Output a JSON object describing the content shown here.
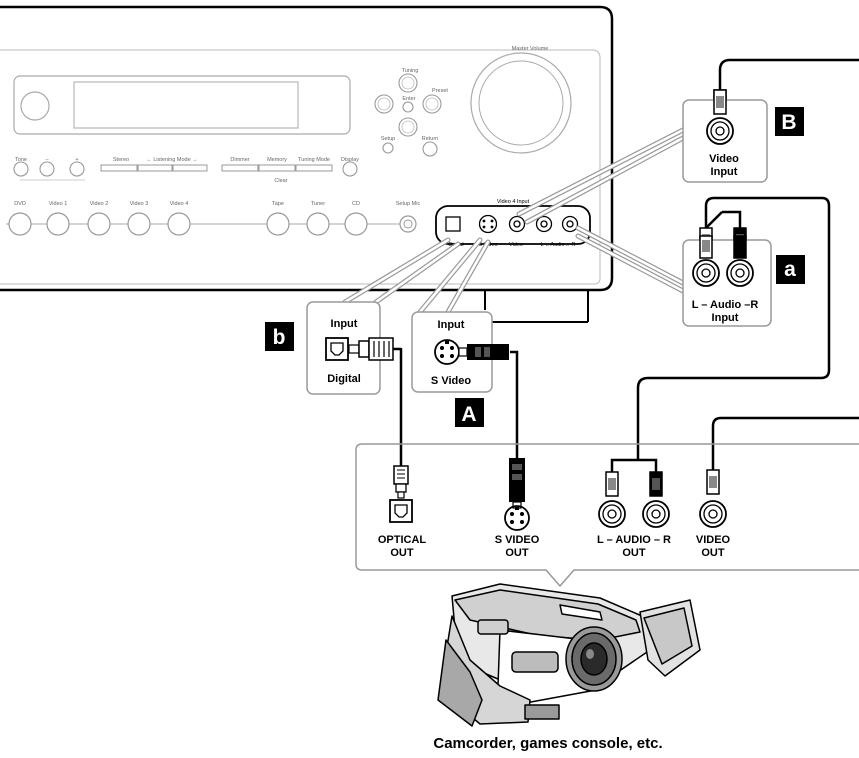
{
  "receiver": {
    "master_volume": "Master Volume",
    "tuning_label": "Tuning",
    "preset_label": "Preset",
    "enter_label": "Enter",
    "setup_label": "Setup",
    "return_label": "Return",
    "row1": [
      "Tone",
      "–",
      "+",
      "Stereo",
      "← Listening Mode →",
      "Dimmer",
      "Memory",
      "Tuning Mode",
      "Display"
    ],
    "clear_label": "Clear",
    "row2": [
      "DVD",
      "Video 1",
      "Video 2",
      "Video 3",
      "Video 4",
      "Tape",
      "Tuner",
      "CD",
      "Setup Mic"
    ],
    "front_panel_title": "Video 4 Input",
    "front_panel_labels": [
      "Digital",
      "S Video",
      "Video",
      "L ←Audio→ R"
    ]
  },
  "boxes": {
    "video_input": [
      "Video",
      "Input"
    ],
    "audio_input": [
      "L – Audio –R",
      "Input"
    ],
    "s_video_input": [
      "Input",
      "S Video"
    ],
    "digital_input": [
      "Input",
      "Digital"
    ]
  },
  "badges": {
    "B": "B",
    "a": "a",
    "b": "b",
    "A": "A"
  },
  "device_outputs": {
    "optical": [
      "OPTICAL",
      "OUT"
    ],
    "s_video": [
      "S VIDEO",
      "OUT"
    ],
    "audio": [
      "L – AUDIO – R",
      "OUT"
    ],
    "video": [
      "VIDEO",
      "OUT"
    ]
  },
  "caption": "Camcorder, games console, etc."
}
